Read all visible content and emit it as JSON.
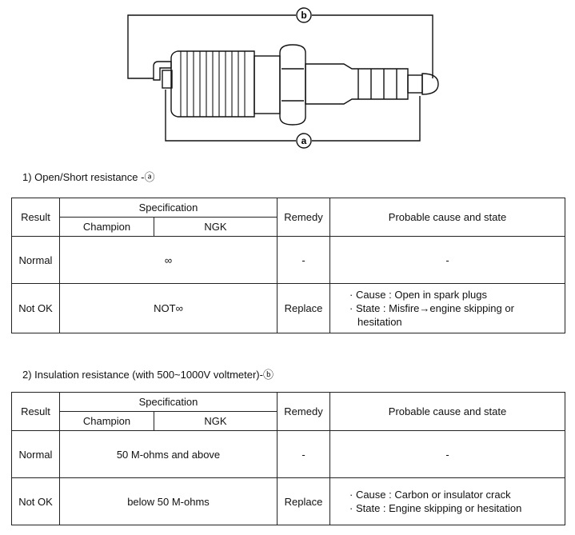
{
  "diagram": {
    "label_a": "a",
    "label_b": "b"
  },
  "section1": {
    "title": "1) Open/Short resistance -ⓐ",
    "headers": {
      "result": "Result",
      "specification": "Specification",
      "champion": "Champion",
      "ngk": "NGK",
      "remedy": "Remedy",
      "cause": "Probable cause and state"
    },
    "rows": [
      {
        "result": "Normal",
        "spec": "∞",
        "remedy": "-",
        "cause": [
          "-"
        ]
      },
      {
        "result": "Not OK",
        "spec": "NOT∞",
        "remedy": "Replace",
        "cause": [
          "· Cause : Open in spark plugs",
          "· State : Misfire→engine skipping or",
          "hesitation"
        ]
      }
    ]
  },
  "section2": {
    "title": "2) Insulation resistance (with 500~1000V voltmeter)-ⓑ",
    "headers": {
      "result": "Result",
      "specification": "Specification",
      "champion": "Champion",
      "ngk": "NGK",
      "remedy": "Remedy",
      "cause": "Probable cause and state"
    },
    "rows": [
      {
        "result": "Normal",
        "spec": "50 M-ohms and above",
        "remedy": "-",
        "cause": [
          "-"
        ]
      },
      {
        "result": "Not OK",
        "spec": "below 50 M-ohms",
        "remedy": "Replace",
        "cause": [
          "· Cause : Carbon or insulator crack",
          "· State : Engine skipping or hesitation"
        ]
      }
    ]
  }
}
